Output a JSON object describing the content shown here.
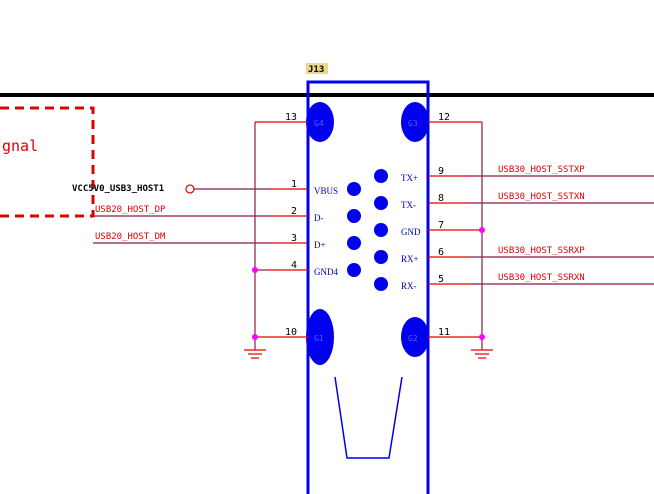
{
  "component": {
    "ref": "J13"
  },
  "signal_box": {
    "label": "gnal"
  },
  "pins": {
    "p13": {
      "num": "13",
      "name": "G4"
    },
    "p12": {
      "num": "12",
      "name": "G3"
    },
    "p10": {
      "num": "10",
      "name": "G1"
    },
    "p11": {
      "num": "11",
      "name": "G2"
    },
    "p1": {
      "num": "1",
      "name": "VBUS"
    },
    "p2": {
      "num": "2",
      "name": "D-"
    },
    "p3": {
      "num": "3",
      "name": "D+"
    },
    "p4": {
      "num": "4",
      "name": "GND4"
    },
    "p9": {
      "num": "9",
      "name": "TX+"
    },
    "p8": {
      "num": "8",
      "name": "TX-"
    },
    "p7": {
      "num": "7",
      "name": "GND"
    },
    "p6": {
      "num": "6",
      "name": "RX+"
    },
    "p5": {
      "num": "5",
      "name": "RX-"
    }
  },
  "nets": {
    "vcc": "VCC5V0_USB3_HOST1",
    "dp": "USB20_HOST_DP",
    "dm": "USB20_HOST_DM",
    "sstxp": "USB30_HOST_SSTXP",
    "sstxn": "USB30_HOST_SSTXN",
    "ssrxp": "USB30_HOST_SSRXP",
    "ssrxn": "USB30_HOST_SSRXN"
  },
  "colors": {
    "body": "#0000ee",
    "wire": "#8b1a4a",
    "net_label": "#e00000",
    "pin": "#e00000",
    "junction": "#ff00ff",
    "ground": "#e00000",
    "ref_bg": "#e8d890",
    "text": "#000000",
    "bus": "#000000"
  },
  "icons": [
    "ground-symbol",
    "junction-dot",
    "open-circle-terminal"
  ]
}
